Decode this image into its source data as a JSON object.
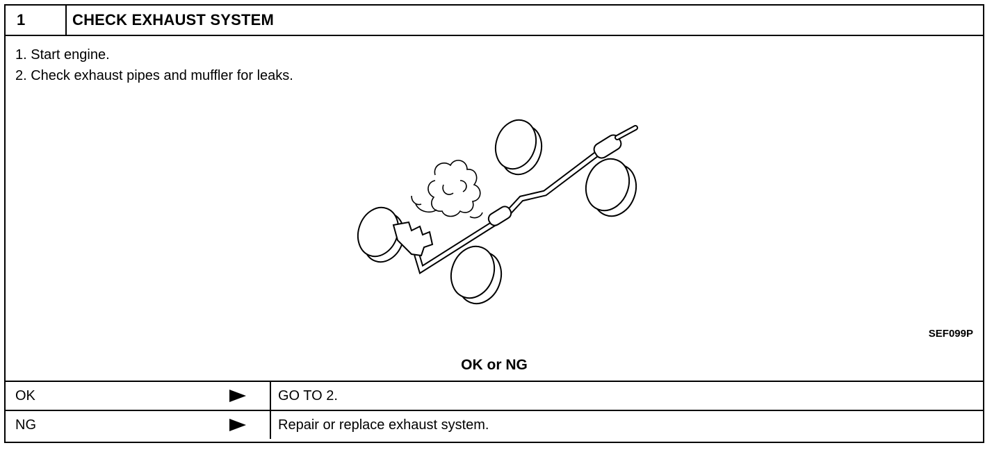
{
  "header": {
    "number": "1",
    "title": "CHECK EXHAUST SYSTEM"
  },
  "steps": [
    "1.  Start engine.",
    "2.  Check exhaust pipes and muffler for leaks."
  ],
  "figure": {
    "code": "SEF099P"
  },
  "prompt": "OK or NG",
  "results": [
    {
      "label": "OK",
      "action": "GO TO 2."
    },
    {
      "label": "NG",
      "action": "Repair or replace exhaust system."
    }
  ]
}
